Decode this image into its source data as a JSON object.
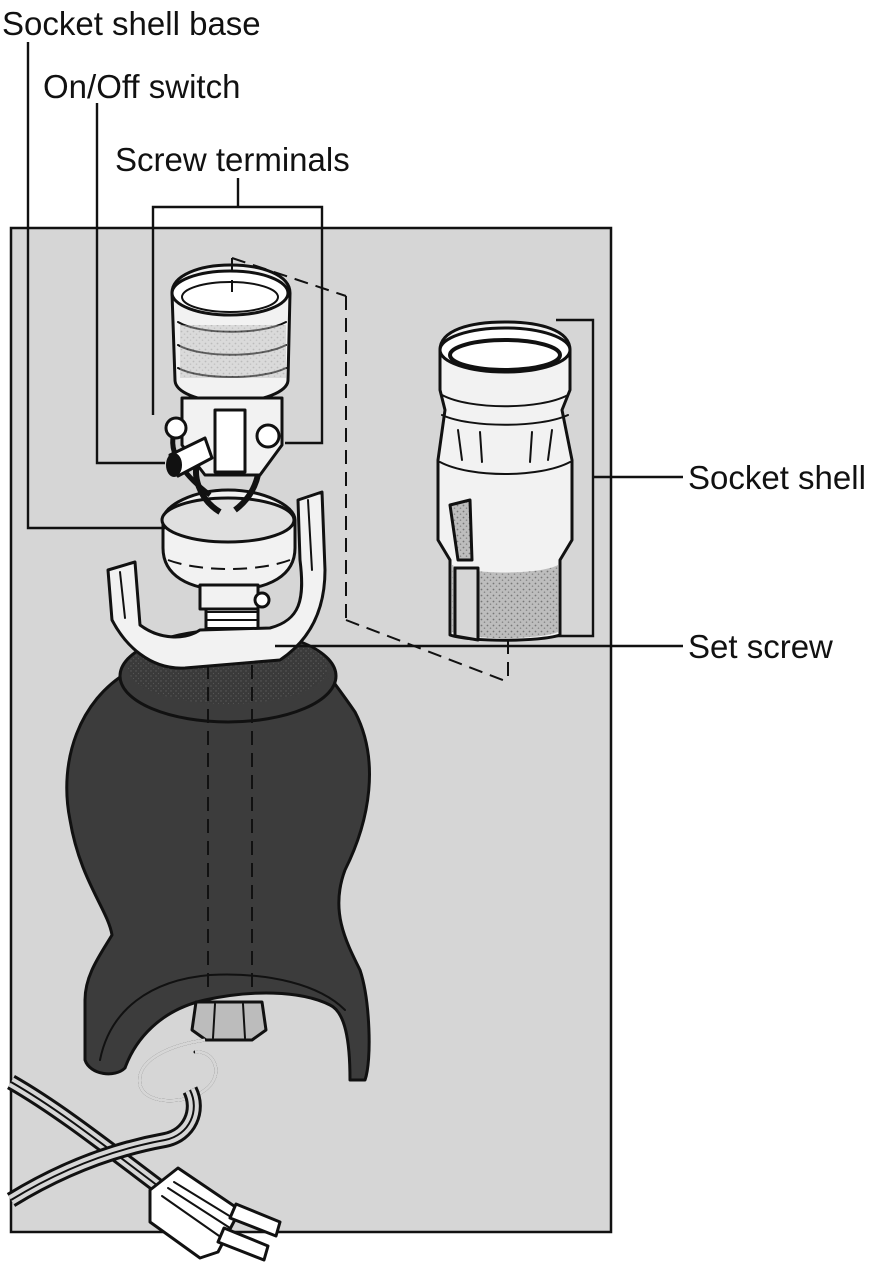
{
  "labels": {
    "socket_shell_base": "Socket shell base",
    "on_off_switch": "On/Off switch",
    "screw_terminals": "Screw terminals",
    "socket_shell": "Socket shell",
    "set_screw": "Set screw"
  },
  "colors": {
    "background": "#ffffff",
    "panel": "#d6d6d6",
    "ink": "#111111",
    "lamp_body": "#3c3c3c",
    "metal": "#f2f2f2"
  },
  "icons": {
    "plug": "plug-icon",
    "lamp": "lamp-base-icon"
  }
}
